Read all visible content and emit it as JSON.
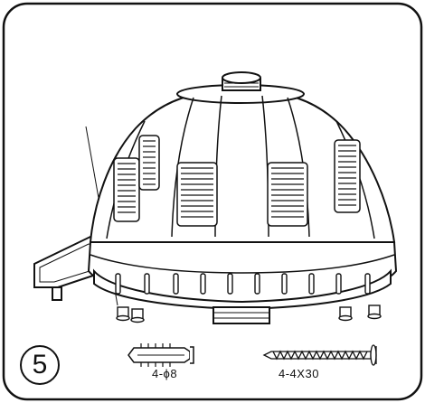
{
  "step": {
    "number": "5"
  },
  "parts": [
    {
      "name": "wall-anchor",
      "label": "4-ϕ8"
    },
    {
      "name": "screw",
      "label": "4-4X30"
    }
  ],
  "colors": {
    "line": "#111111",
    "background": "#ffffff"
  }
}
